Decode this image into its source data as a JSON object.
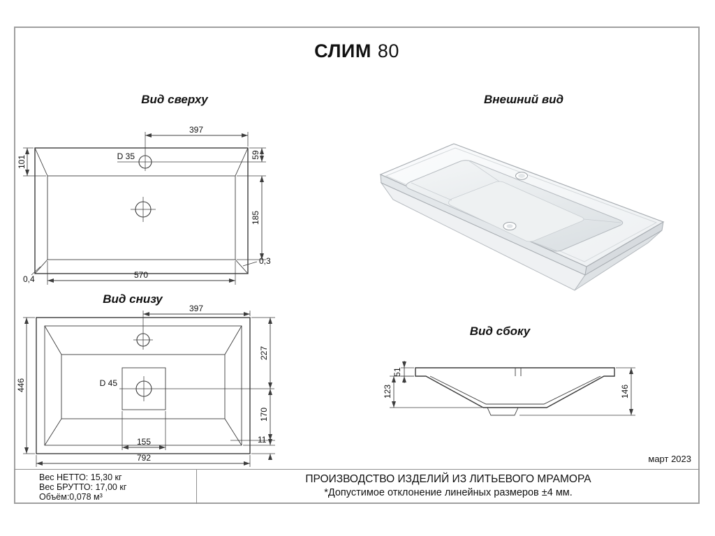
{
  "title": {
    "model": "СЛИМ",
    "size": "80"
  },
  "views": {
    "top": {
      "label": "Вид сверху",
      "dims": {
        "to_hole": "397",
        "hole_offset": "59",
        "rim_top": "101",
        "hole_d": "D 35",
        "basin_right": "185",
        "gap_right": "0,3",
        "gap_left": "0,4",
        "basin_width": "570"
      }
    },
    "bottom": {
      "label": "Вид снизу",
      "dims": {
        "to_hole": "397",
        "top_to_drain": "227",
        "drain_d": "D 45",
        "drain_to_edge": "170",
        "depth": "446",
        "square": "155",
        "width": "792",
        "edge": "11"
      }
    },
    "external": {
      "label": "Внешний вид"
    },
    "side": {
      "label": "Вид сбоку",
      "dims": {
        "lip": "51",
        "left_height": "123",
        "right_height": "146"
      }
    }
  },
  "footer": {
    "date": "март 2023",
    "specs": {
      "net": "Вес НЕТТО: 15,30 кг",
      "gross": "Вес БРУТТО: 17,00 кг",
      "volume": "Объём:0,078 м³"
    },
    "production": {
      "line1": "ПРОИЗВОДСТВО ИЗДЕЛИЙ ИЗ ЛИТЬЕВОГО МРАМОРА",
      "line2": "*Допустимое отклонение линейных размеров ±4 мм."
    }
  }
}
